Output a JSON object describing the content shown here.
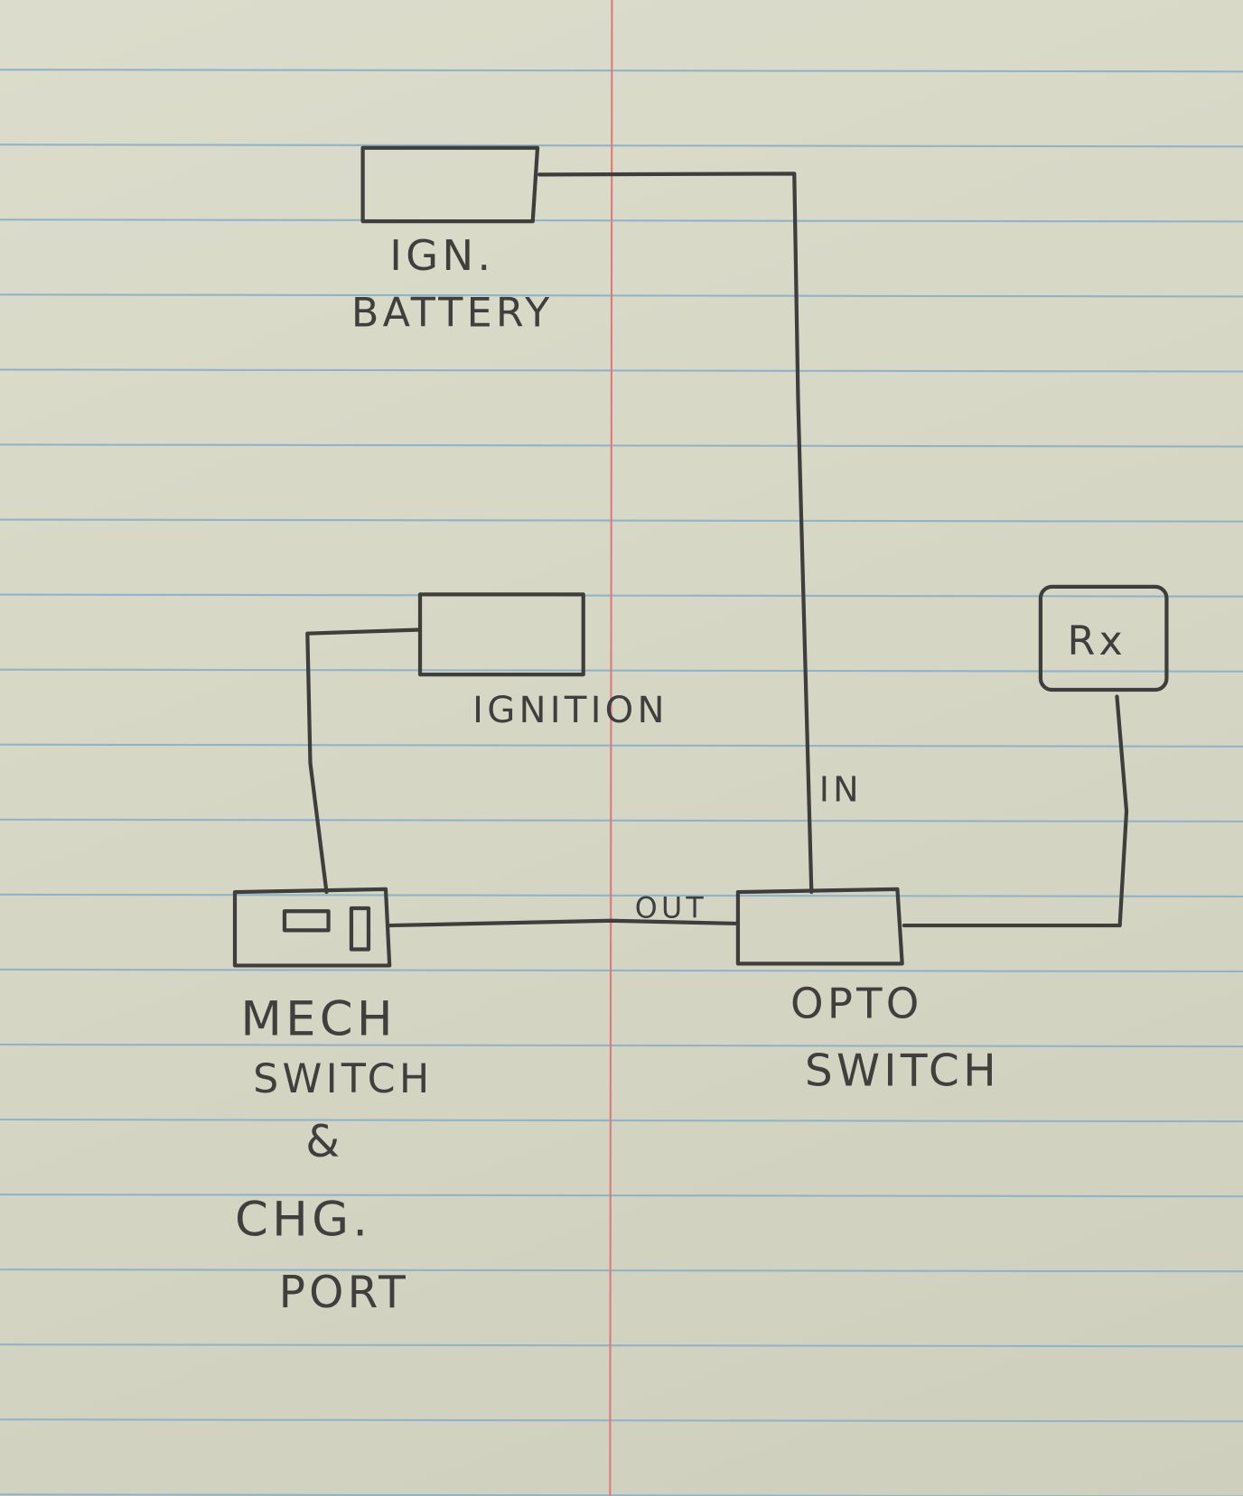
{
  "paper": {
    "rule_color": "#8fb4c9",
    "margin_color": "#e07a7a",
    "ink_color": "#3e3e3c"
  },
  "components": {
    "battery": {
      "line1": "IGN.",
      "line2": "BATTERY"
    },
    "ignition": {
      "label": "IGNITION"
    },
    "receiver": {
      "label": "Rx"
    },
    "mech_switch": {
      "line1": "MECH",
      "line2": "SWITCH",
      "line3": "&",
      "line4": "CHG.",
      "line5": "PORT"
    },
    "opto_switch": {
      "line1": "OPTO",
      "line2": "SWITCH"
    }
  },
  "wires": {
    "in_label": "IN",
    "out_label": "OUT"
  }
}
